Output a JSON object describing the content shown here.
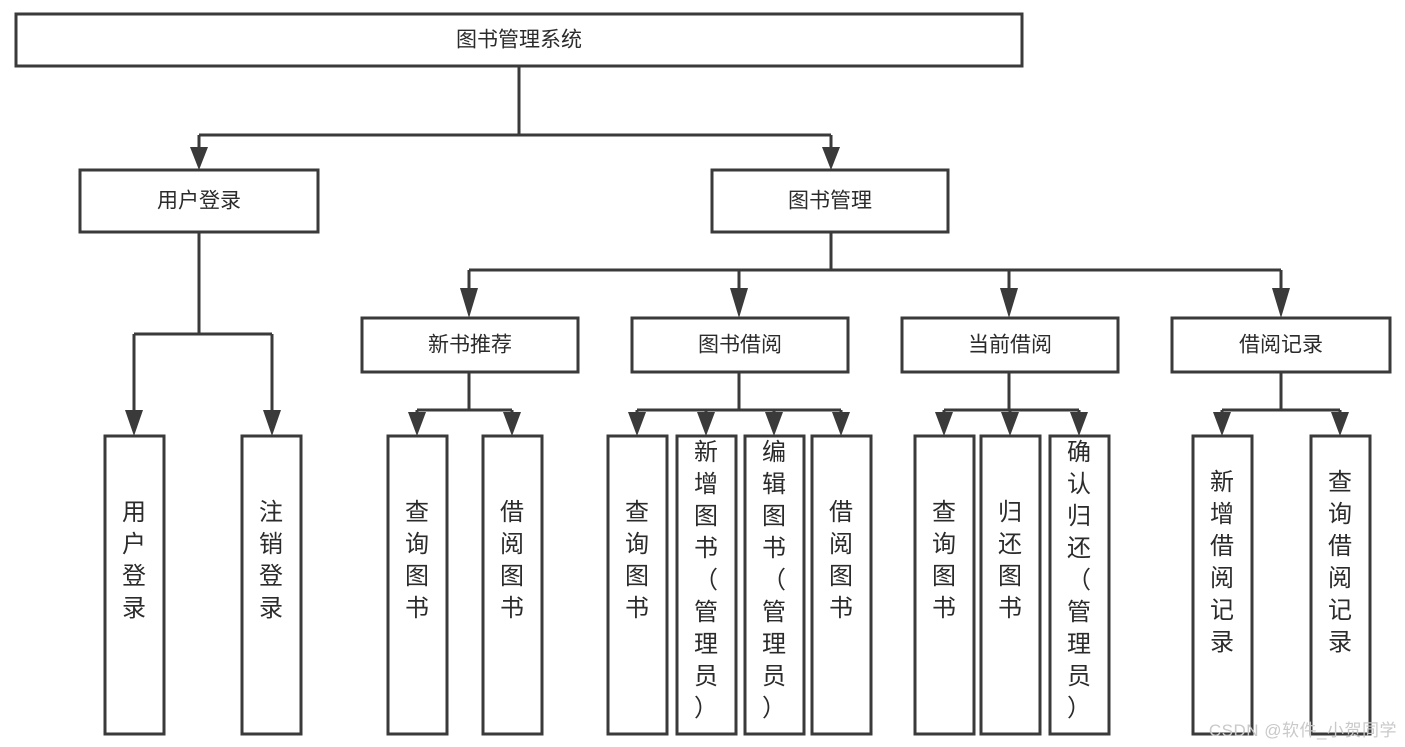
{
  "diagram": {
    "type": "tree-hierarchy-flowchart",
    "title_node": {
      "label": "图书管理系统"
    },
    "level2": [
      {
        "id": "user-login",
        "label": "用户登录"
      },
      {
        "id": "book-manage",
        "label": "图书管理"
      }
    ],
    "level3": [
      {
        "id": "new-book-recommend",
        "label": "新书推荐"
      },
      {
        "id": "book-borrow",
        "label": "图书借阅"
      },
      {
        "id": "current-borrow",
        "label": "当前借阅"
      },
      {
        "id": "borrow-record",
        "label": "借阅记录"
      }
    ],
    "leaves": [
      {
        "id": "leaf-user-login",
        "label": "用户登录",
        "parent": "user-login"
      },
      {
        "id": "leaf-logout-login",
        "label": "注销登录",
        "parent": "user-login"
      },
      {
        "id": "leaf-query-book-1",
        "label": "查询图书",
        "parent": "new-book-recommend"
      },
      {
        "id": "leaf-borrow-book-1",
        "label": "借阅图书",
        "parent": "new-book-recommend"
      },
      {
        "id": "leaf-query-book-2",
        "label": "查询图书",
        "parent": "book-borrow"
      },
      {
        "id": "leaf-add-book",
        "label": "新增图书（管理员）",
        "parent": "book-borrow"
      },
      {
        "id": "leaf-edit-book",
        "label": "编辑图书（管理员）",
        "parent": "book-borrow"
      },
      {
        "id": "leaf-borrow-book-2",
        "label": "借阅图书",
        "parent": "book-borrow"
      },
      {
        "id": "leaf-query-book-3",
        "label": "查询图书",
        "parent": "current-borrow"
      },
      {
        "id": "leaf-return-book",
        "label": "归还图书",
        "parent": "current-borrow"
      },
      {
        "id": "leaf-confirm-return",
        "label": "确认归还（管理员）",
        "parent": "current-borrow"
      },
      {
        "id": "leaf-add-record",
        "label": "新增借阅记录",
        "parent": "borrow-record"
      },
      {
        "id": "leaf-query-record",
        "label": "查询借阅记录",
        "parent": "borrow-record"
      }
    ],
    "colors": {
      "stroke": "#3a3a3a",
      "fill": "#ffffff",
      "text": "#2b2b2b",
      "watermark": "#c9c9c9"
    }
  },
  "watermark": {
    "text": "CSDN @软件_小贺同学"
  }
}
